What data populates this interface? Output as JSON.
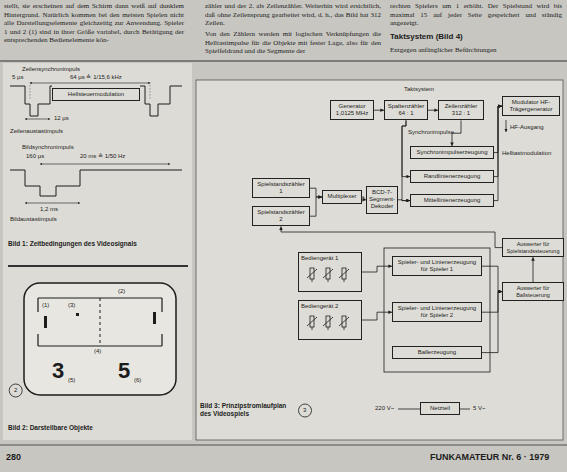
{
  "diagram": {
    "nodes": [
      {
        "text": [
          "Hellsteuermodulation"
        ]
      },
      {
        "text": [
          "Generator 1,0125 MHz"
        ]
      },
      {
        "text": [
          "Spaltenzähler 64 : 1"
        ]
      },
      {
        "text": [
          "Zeilenzähler 312 : 1"
        ]
      },
      {
        "text": [
          "Modulator HF-Trägergenerator"
        ]
      },
      {
        "text": [
          "Synchronimpulserzeugung"
        ]
      },
      {
        "text": [
          "Randlinienerzeugung"
        ]
      },
      {
        "text": [
          "Mittellinienerzeugung"
        ]
      },
      {
        "text": [
          "Spielstandszähler 1"
        ]
      },
      {
        "text": [
          "Spielstandszähler 2"
        ]
      },
      {
        "text": [
          "Multiplexer"
        ]
      },
      {
        "text": [
          "BCD-7-Segment-Dekoder"
        ]
      },
      {
        "text": [
          "Bediengerät 1"
        ]
      },
      {
        "text": [
          "Bediengerät 2"
        ]
      },
      {
        "text": [
          "Spieler- und Linienerzeugung für Spieler 1"
        ]
      },
      {
        "text": [
          "Spieler- und Linienerzeugung für Spieler 2"
        ]
      },
      {
        "text": [
          "Ballerzeugung"
        ]
      },
      {
        "text": [
          "Auswerter für Spielstandssteuerung"
        ]
      },
      {
        "text": [
          "Auswerter für Ballsteuerung"
        ]
      },
      {
        "text": [
          "Netzteil"
        ]
      }
    ],
    "edges": [
      {
        "from": 1,
        "to": 2,
        "arrow": "to"
      },
      {
        "from": 2,
        "to": 3,
        "arrow": "to"
      },
      {
        "from": 3,
        "to": 5,
        "arrow": "to"
      },
      {
        "from": 2,
        "to": 6,
        "arrow": "to"
      },
      {
        "from": 2,
        "to": 7,
        "arrow": "to"
      },
      {
        "from": 5,
        "to": 4,
        "arrow": "to"
      },
      {
        "from": 6,
        "to": 4,
        "arrow": "to"
      },
      {
        "from": 7,
        "to": 4,
        "arrow": "to"
      },
      {
        "from": 8,
        "to": 10,
        "arrow": "to"
      },
      {
        "from": 9,
        "to": 10,
        "arrow": "to"
      },
      {
        "from": 10,
        "to": 11,
        "arrow": "to"
      },
      {
        "from": 11,
        "to": 7,
        "arrow": "to"
      },
      {
        "from": 12,
        "to": 14,
        "arrow": "to"
      },
      {
        "from": 13,
        "to": 15,
        "arrow": "to"
      },
      {
        "from": 14,
        "to": 18,
        "arrow": "to"
      },
      {
        "from": 15,
        "to": 18,
        "arrow": "to"
      },
      {
        "from": 16,
        "to": 18,
        "arrow": "to"
      },
      {
        "from": 18,
        "to": 17,
        "arrow": "to"
      },
      {
        "from": 17,
        "to": 9,
        "arrow": "to"
      }
    ],
    "labels": [
      "stellt, sie erscheinen auf dem Schirm dann weiß auf dunklem Hintergrund. Natürlich kommen bei den meisten Spielen nicht alle Darstellungselemente gleichzeitig zur Anwendung. Spieler 1 und 2 (1) sind in ihrer Größe variabel, durch Betätigung der entsprechenden Bedienelemente kön-",
      "zähler und der 2. als Zeilenzähler. Weiterhin wird ersichtlich, daß ohne Zeilensprung gearbeitet wird, d. h., das Bild hat 312 Zeilen.",
      "Von den Zählern werden mit logischen Verknüpfungen die Helltastimpulse für die Objekte mit fester Lage, also für den Spielfeldrand und die Segmente der",
      "rechten Spielers um 1 erhöht. Der Spielstand wird bis maximal 15 auf jeder Seite gespeichert und ständig angezeigt.",
      "Taktsystem (Bild 4)",
      "Entgegen anfänglicher Befürchtungen",
      "Zeilensynchronimpuls",
      "5 µs",
      "64 µs ≙ 1/15,6 kHz",
      "12 µs",
      "Zeilenaustastimpuls",
      "Bildsynchronimpuls",
      "160 µs",
      "20 ms ≙ 1/50 Hz",
      "1,2 ms",
      "Bildaustastimpuls",
      "Bild 1: Zeitbedingungen des Videosignals",
      "(1)",
      "(3)",
      "(2)",
      "(4)",
      "3",
      "(5)",
      "5",
      "(6)",
      "2",
      "Bild 2: Darstellbare Objekte",
      "Taktsystem",
      "Synchronimpulse",
      "Helltastmodulation",
      "HF-Ausgang",
      "220 V~",
      "5 V~",
      "Bild 3: Prinzipstromlaufplan des Videospiels",
      "3",
      "280",
      "FUNKAMATEUR Nr. 6 · 1979"
    ]
  }
}
